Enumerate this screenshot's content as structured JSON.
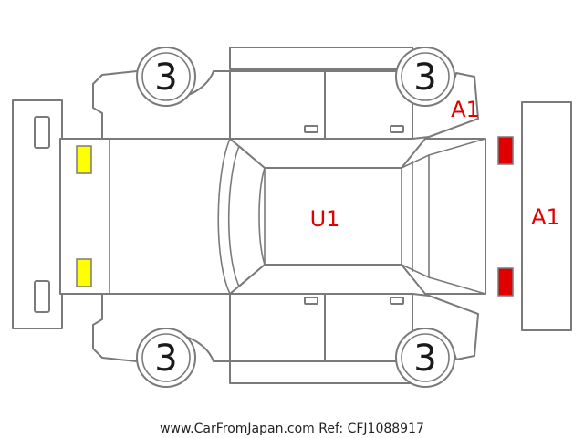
{
  "diagram": {
    "wheels": {
      "front_left": "3",
      "front_right": "3",
      "rear_left": "3",
      "rear_right": "3"
    },
    "damage_codes": {
      "roof": "U1",
      "rear_panel": "A1",
      "rear_corner": "A1"
    },
    "colors": {
      "line": "#7a7a7a",
      "code": "#e00000",
      "headlight": "#ffff00",
      "taillight": "#e00000"
    }
  },
  "footer": {
    "source": "www.CarFromJapan.com Ref: CFJ1088917"
  }
}
